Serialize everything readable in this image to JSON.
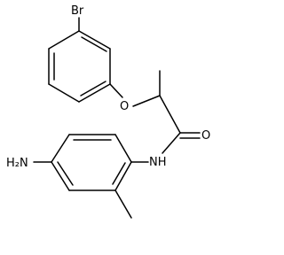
{
  "molecule": {
    "atoms": {
      "bromine": "Br",
      "ether_oxygen": "O",
      "carbonyl_oxygen": "O",
      "amide_nitrogen": "NH",
      "amine_group": "H₂N"
    }
  },
  "colors": {
    "bond": "#000000",
    "label": "#000000",
    "background": "#ffffff"
  }
}
